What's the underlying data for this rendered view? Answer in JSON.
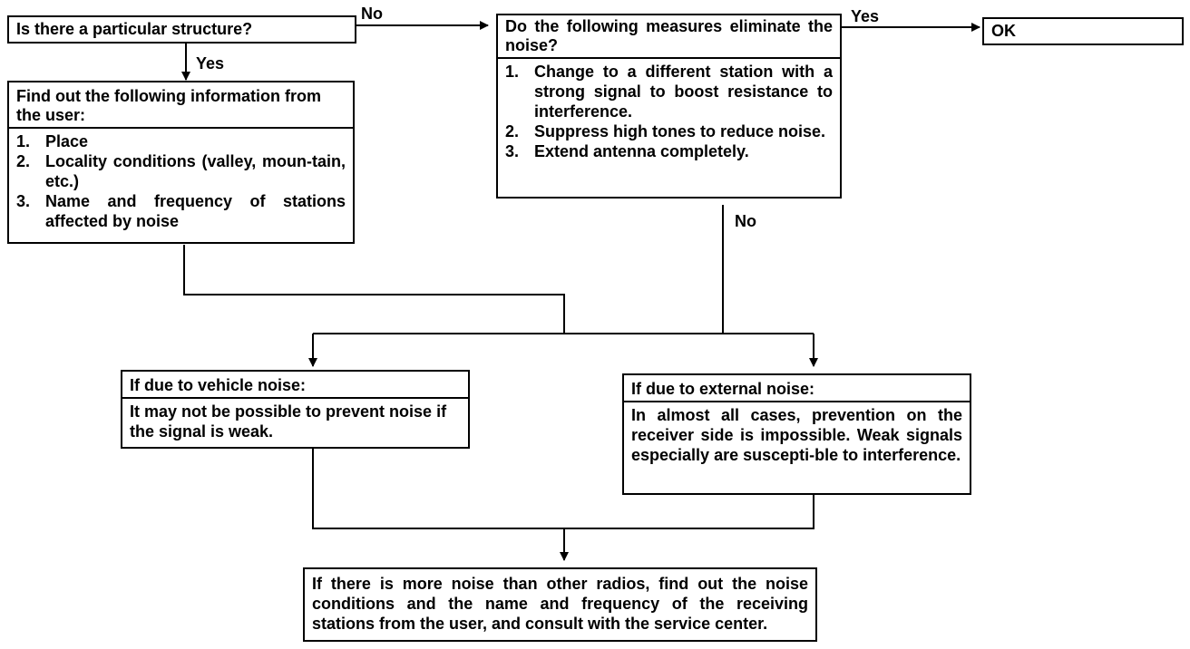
{
  "start": {
    "question": "Is there a particular structure?"
  },
  "labels": {
    "no_top": "No",
    "yes_left": "Yes",
    "yes_top": "Yes",
    "no_mid": "No"
  },
  "measures": {
    "question": "Do the following measures eliminate the noise?",
    "items": [
      {
        "num": "1.",
        "text": "Change to a different station with a strong signal to boost resistance to interference."
      },
      {
        "num": "2.",
        "text": "Suppress high tones to reduce noise."
      },
      {
        "num": "3.",
        "text": "Extend antenna completely."
      }
    ]
  },
  "ok": {
    "text": "OK"
  },
  "info": {
    "title": "Find out the following information from the user:",
    "items": [
      {
        "num": "1.",
        "text": "Place"
      },
      {
        "num": "2.",
        "text": "Locality conditions (valley, moun-tain, etc.)"
      },
      {
        "num": "3.",
        "text": "Name and frequency of stations affected by noise"
      }
    ]
  },
  "vehicle": {
    "title": "If due to vehicle noise:",
    "body": "It may not be possible to prevent noise if the signal is weak."
  },
  "external": {
    "title": "If due to external noise:",
    "body": "In almost all cases, prevention on the receiver side is impossible. Weak signals especially are suscepti-ble to interference."
  },
  "final": {
    "text": "If there is more noise than other radios, find out the noise conditions and the name and frequency of the receiving stations from the user, and consult with the service center."
  }
}
